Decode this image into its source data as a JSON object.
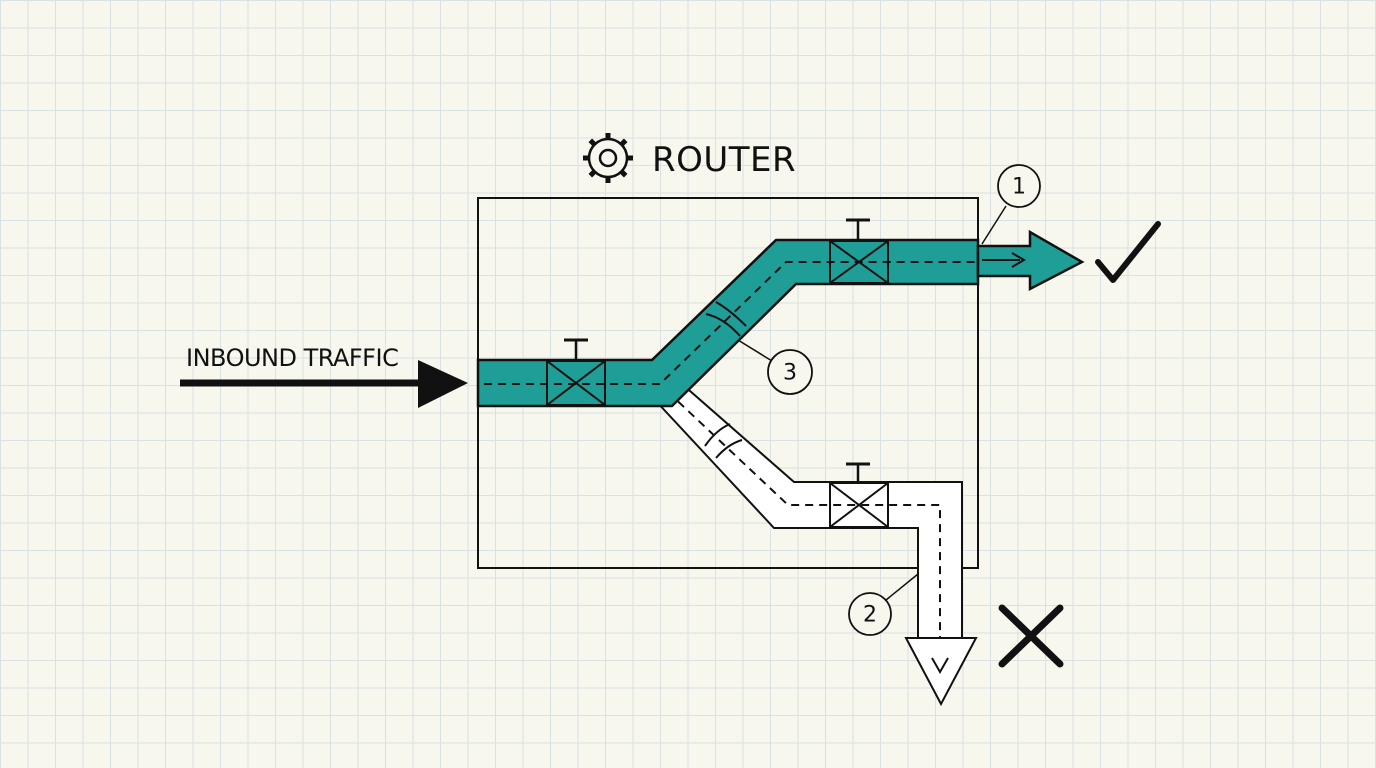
{
  "diagram": {
    "title": "ROUTER",
    "input_label": "INBOUND TRAFFIC",
    "callouts": [
      "1",
      "2",
      "3"
    ],
    "colors": {
      "active_path": "#1e9e96",
      "inactive_path": "#ffffff",
      "ink": "#111111",
      "background": "#f8f7ee",
      "grid": "#d9e1e4"
    },
    "icons": {
      "title": "gear-icon",
      "success": "checkmark-icon",
      "failure": "x-mark-icon"
    }
  }
}
